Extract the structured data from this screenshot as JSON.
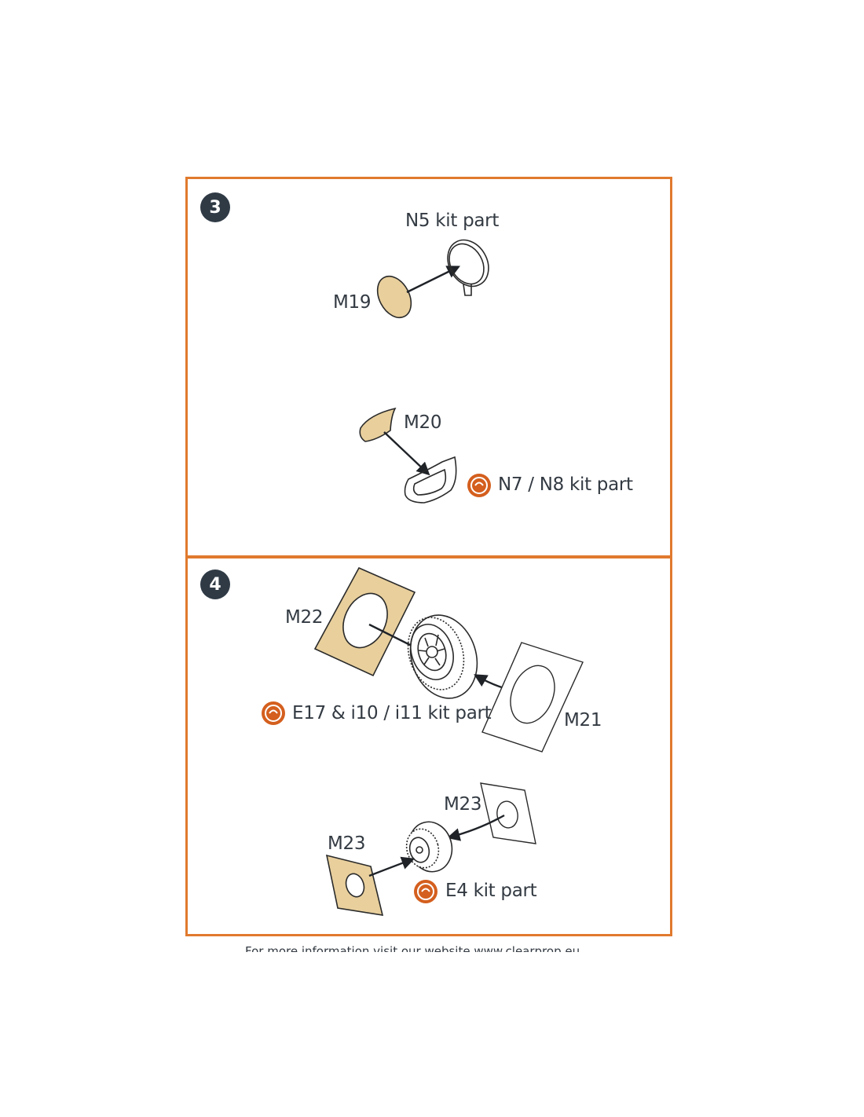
{
  "colors": {
    "frame": "#e07a2e",
    "step_badge": "#2f3a45",
    "resin_part": "#e8cf9c",
    "kit_icon": "#d45f1e"
  },
  "steps": [
    {
      "number": "3",
      "labels": {
        "n5": "N5 kit part",
        "m19": "M19",
        "m20": "M20",
        "n7n8": "N7 / N8 kit part"
      }
    },
    {
      "number": "4",
      "labels": {
        "m22": "M22",
        "e17": "E17 & i10 / i11 kit part",
        "m21": "M21",
        "m23_top": "M23",
        "m23_bottom": "M23",
        "e4": "E4 kit part"
      }
    }
  ],
  "icons": [
    "kit-part-icon"
  ],
  "footer": {
    "text": "For more information visit our website www.clearprop.eu"
  }
}
